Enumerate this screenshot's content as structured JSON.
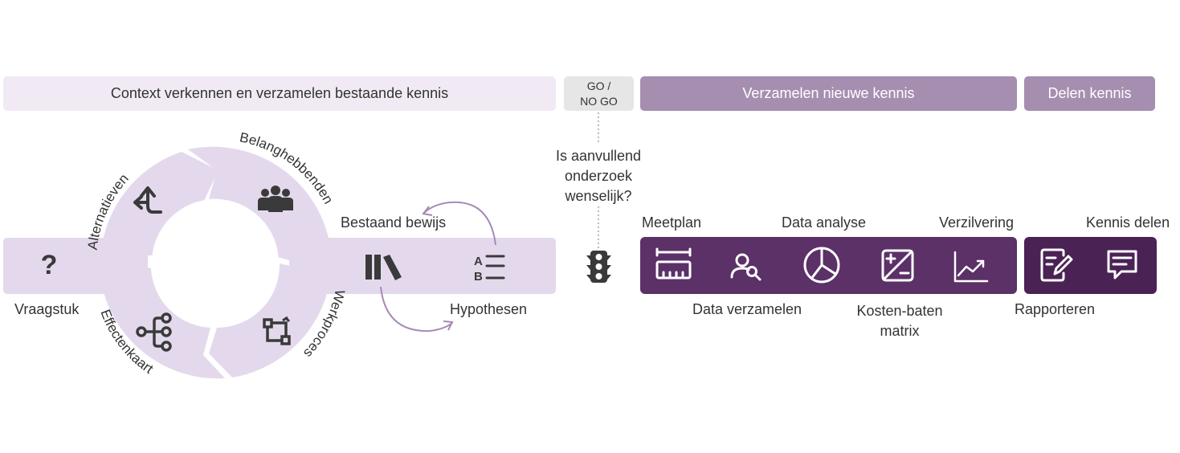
{
  "headers": {
    "context": "Context verkennen en verzamelen bestaande kennis",
    "go_line1": "GO /",
    "go_line2": "NO GO",
    "new": "Verzamelen nieuwe kennis",
    "share": "Delen kennis"
  },
  "question": {
    "line1": "Is aanvullend",
    "line2": "onderzoek",
    "line3": "wenselijk?"
  },
  "cycle": {
    "alternatieven": "Alternatieven",
    "belanghebbenden": "Belanghebbenden",
    "effectenkaart": "Effectenkaart",
    "werkproces": "Werkproces"
  },
  "labels": {
    "vraagstuk": "Vraagstuk",
    "question_mark": "?",
    "bestaand_bewijs": "Bestaand bewijs",
    "hypothesen": "Hypothesen",
    "meetplan": "Meetplan",
    "data_analyse": "Data analyse",
    "verzilvering": "Verzilvering",
    "kennis_delen": "Kennis delen",
    "data_verzamelen": "Data verzamelen",
    "kosten_baten_1": "Kosten-baten",
    "kosten_baten_2": "matrix",
    "rapporteren": "Rapporteren"
  },
  "colors": {
    "light": "#e4d9ec",
    "light_header": "#f1eaf4",
    "medium_header": "#a68eb0",
    "dark": "#5b3168",
    "darker": "#4a2254",
    "gray_header": "#e6e6e6",
    "icon": "#3a3a3a",
    "arrow": "#a58bb5"
  }
}
